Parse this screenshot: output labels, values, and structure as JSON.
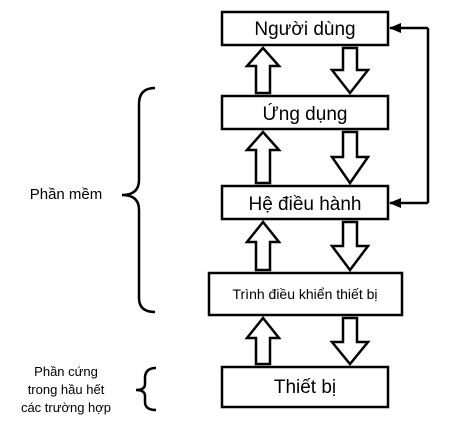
{
  "layers": [
    {
      "key": "user",
      "label": "Người dùng"
    },
    {
      "key": "app",
      "label": "Ứng dụng"
    },
    {
      "key": "os",
      "label": "Hệ điều hành"
    },
    {
      "key": "driver",
      "label": "Trình điều khiển thiết bị"
    },
    {
      "key": "device",
      "label": "Thiết bị"
    }
  ],
  "groups": {
    "software": "Phần mềm",
    "hardware": [
      "Phần cứng",
      "trong hầu hết",
      "các trường hợp"
    ]
  },
  "colors": {
    "stroke": "#000000",
    "background": "#ffffff",
    "text": "#000000"
  }
}
